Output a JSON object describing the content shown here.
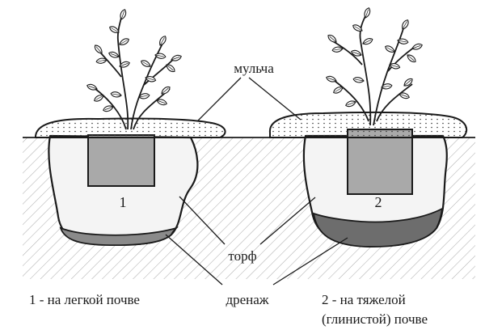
{
  "labels": {
    "mulch": "мульча",
    "peat": "торф",
    "drainage": "дренаж"
  },
  "pits": [
    {
      "number": "1",
      "caption": "1 - на легкой почве"
    },
    {
      "number": "2",
      "caption_line1": "2 - на тяжелой",
      "caption_line2": "(глинистой) почве"
    }
  ],
  "colors": {
    "ink": "#1a1a1a",
    "peat_fill": "#f4f4f4",
    "root_ball": "#a9a9a9",
    "drainage": "#8a8a8a",
    "hatch": "#b0b0b0"
  }
}
